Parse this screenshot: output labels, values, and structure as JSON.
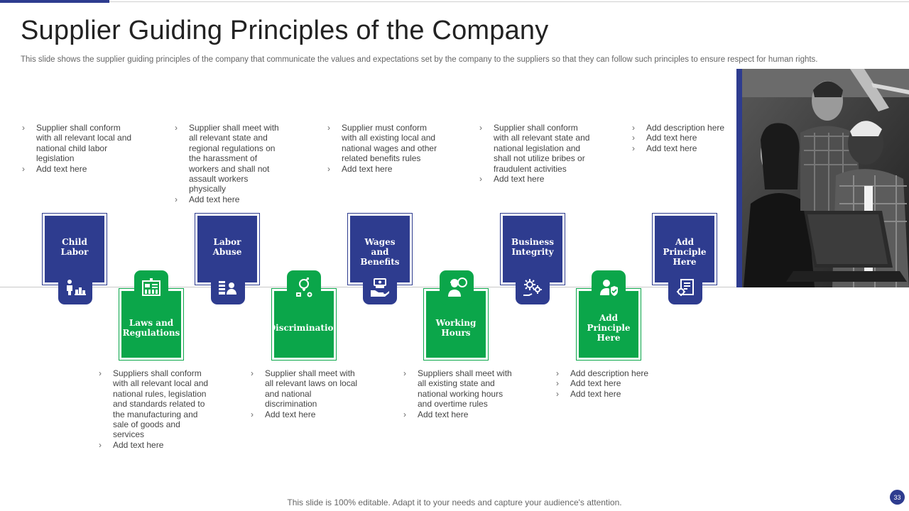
{
  "header": {
    "title": "Supplier Guiding Principles of the Company",
    "subtitle": "This slide shows the supplier guiding principles of the company that communicate the values and expectations set by the company to  the suppliers so that they can follow such principles to ensure respect for human rights."
  },
  "principles": [
    {
      "label": "Child\nLabor",
      "icon": "child-labor-icon",
      "color": "blue",
      "bullets": [
        "Supplier shall conform with all relevant local and national child labor legislation",
        "Add text here"
      ]
    },
    {
      "label": "Laws and\nRegulations",
      "icon": "law-building-icon",
      "color": "green",
      "bullets": [
        "Suppliers shall conform with all relevant local and national rules, legislation and standards related to the manufacturing and sale of goods and services",
        "Add text here"
      ]
    },
    {
      "label": "Labor\nAbuse",
      "icon": "labor-abuse-icon",
      "color": "blue",
      "bullets": [
        "Supplier shall meet with all relevant state and regional regulations on the harassment of workers and shall not assault workers physically",
        "Add text here"
      ]
    },
    {
      "label": "Discrimination",
      "icon": "gender-symbols-icon",
      "color": "green",
      "bullets": [
        "Supplier shall meet with all relevant laws on local and national discrimination",
        "Add text here"
      ]
    },
    {
      "label": "Wages\nand Benefits",
      "icon": "money-hand-icon",
      "color": "blue",
      "bullets": [
        "Supplier must conform with all existing local and national wages and other related benefits rules",
        "Add text here"
      ]
    },
    {
      "label": "Working\nHours",
      "icon": "worker-clock-icon",
      "color": "green",
      "bullets": [
        "Suppliers shall meet with all existing state and national working hours and overtime rules",
        "Add text here"
      ]
    },
    {
      "label": "Business\nIntegrity",
      "icon": "gears-hand-icon",
      "color": "blue",
      "bullets": [
        "Supplier shall conform with all relevant state and national legislation and shall not utilize bribes or fraudulent activities",
        "Add text here"
      ]
    },
    {
      "label": "Add\nPrinciple Here",
      "icon": "user-shield-icon",
      "color": "green",
      "bullets": [
        "Add description here",
        "Add text here",
        "Add text here"
      ]
    },
    {
      "label": "Add\nPrinciple Here",
      "icon": "settings-document-icon",
      "color": "blue",
      "bullets": [
        "Add description here",
        "Add text here",
        "Add text here"
      ]
    }
  ],
  "footer": {
    "note": "This slide is 100% editable. Adapt it to your needs and capture your audience's attention.",
    "page_number": "33"
  },
  "colors": {
    "blue": "#2e3c8f",
    "green": "#0ba64a"
  }
}
